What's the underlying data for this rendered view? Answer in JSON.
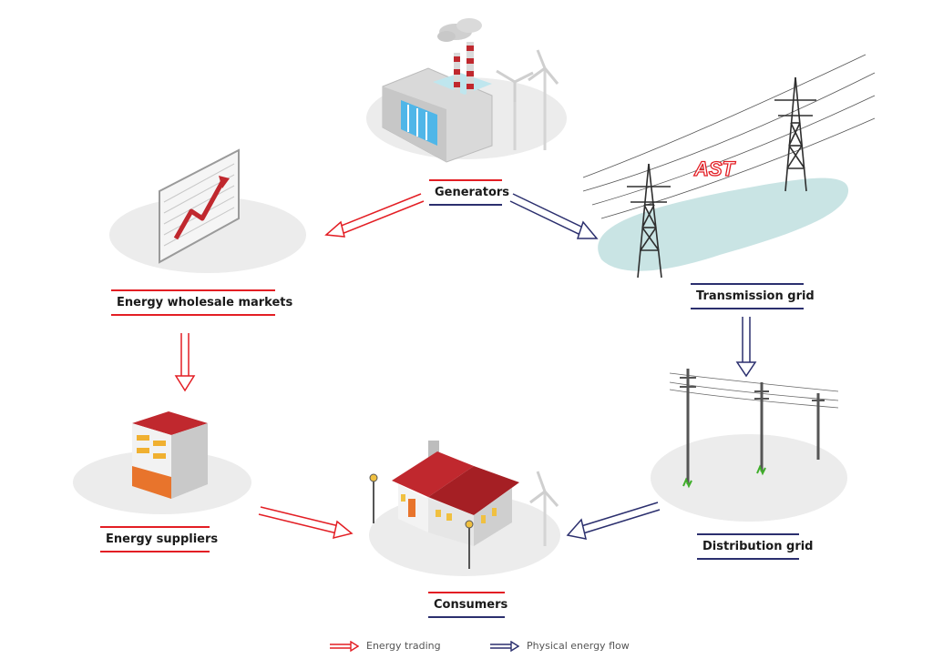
{
  "nodes": {
    "generators": "Generators",
    "wholesale": "Energy wholesale markets",
    "transmission": "Transmission grid",
    "suppliers": "Energy suppliers",
    "distribution": "Distribution grid",
    "consumers": "Consumers"
  },
  "logo_text": "AST",
  "legend": {
    "trading": "Energy trading",
    "physical": "Physical energy flow"
  },
  "colors": {
    "trading": "#e31e24",
    "physical": "#2b2f6e",
    "ground": "#ececec",
    "grid_area": "#c9e4e4"
  }
}
